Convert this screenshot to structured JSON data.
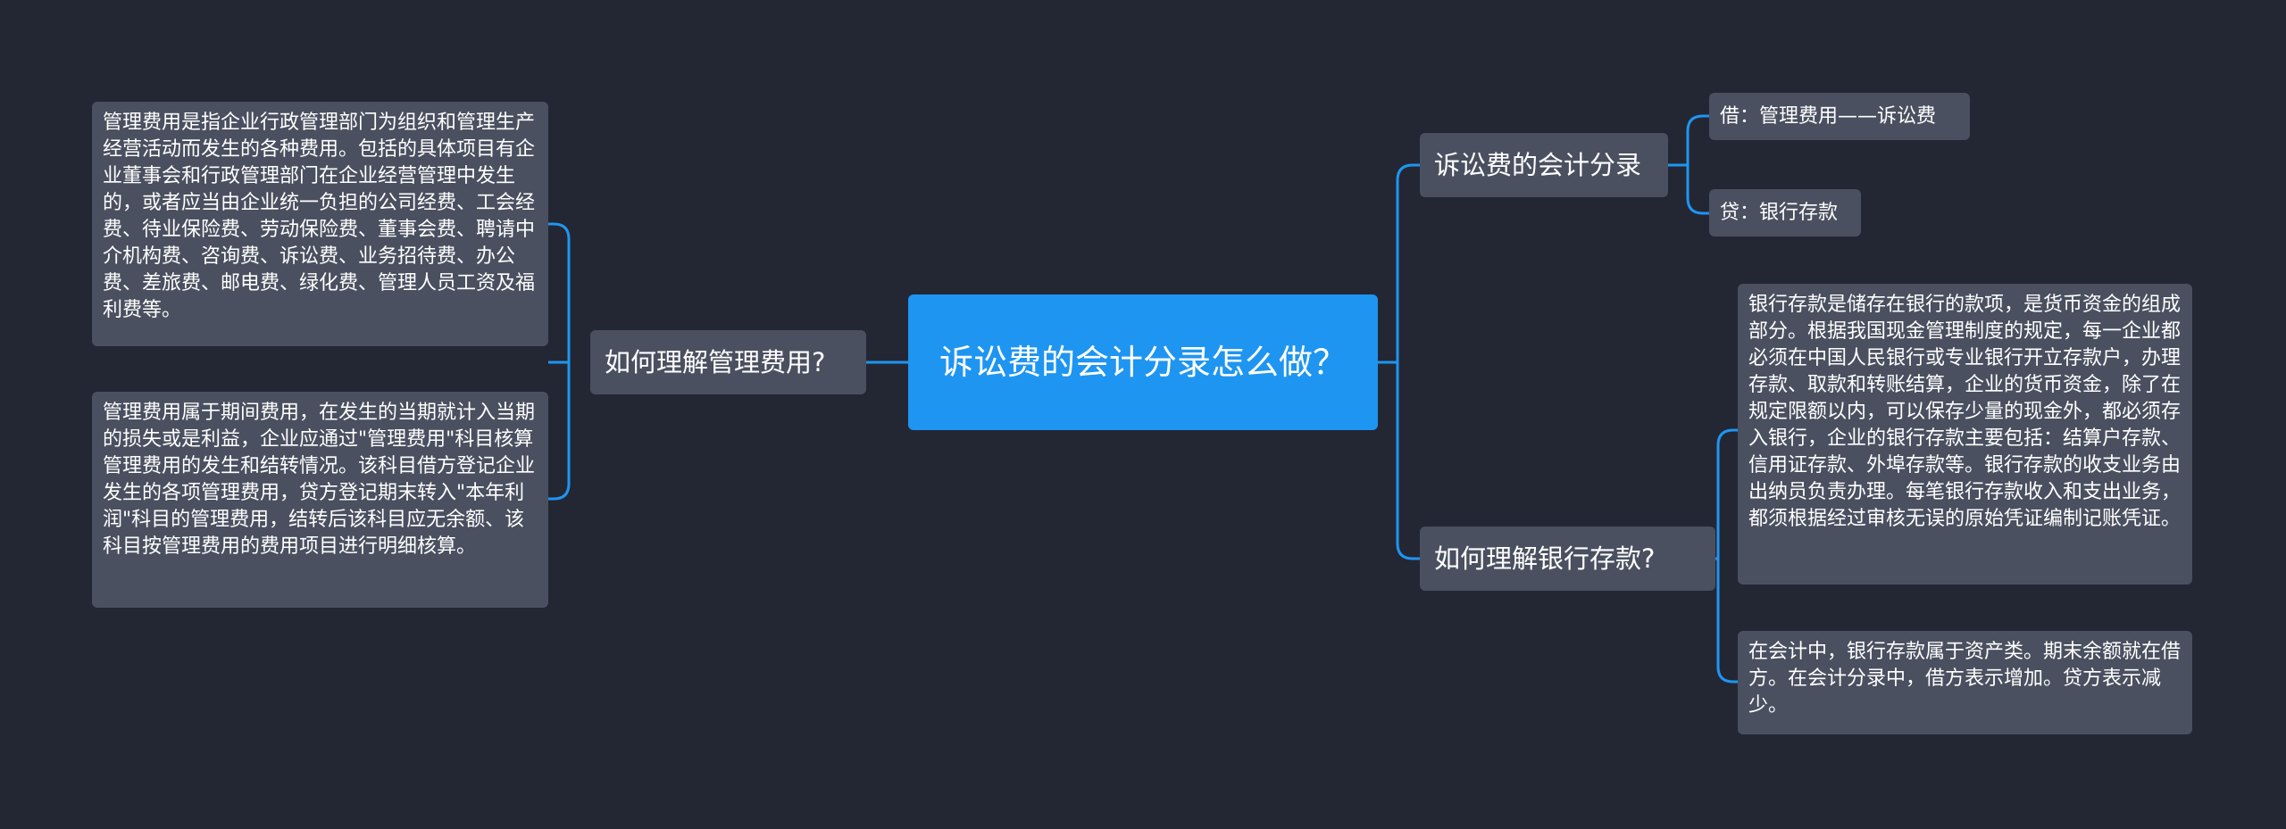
{
  "root": {
    "title": "诉讼费的会计分录怎么做？"
  },
  "branches": {
    "accounting_entry": {
      "label": "诉讼费的会计分录",
      "leaves": [
        "借：管理费用——诉讼费",
        "贷：银行存款"
      ]
    },
    "bank_deposit": {
      "label": "如何理解银行存款?",
      "leaves": [
        "银行存款是储存在银行的款项，是货币资金的组成部分。根据我国现金管理制度的规定，每一企业都必须在中国人民银行或专业银行开立存款户，办理存款、取款和转账结算，企业的货币资金，除了在规定限额以内，可以保存少量的现金外，都必须存入银行，企业的银行存款主要包括：结算户存款、信用证存款、外埠存款等。银行存款的收支业务由出纳员负责办理。每笔银行存款收入和支出业务，都须根据经过审核无误的原始凭证编制记账凭证。",
        "在会计中，银行存款属于资产类。期末余额就在借方。在会计分录中，借方表示增加。贷方表示减少。"
      ]
    },
    "admin_expense": {
      "label": "如何理解管理费用?",
      "leaves": [
        "管理费用是指企业行政管理部门为组织和管理生产经营活动而发生的各种费用。包括的具体项目有企业董事会和行政管理部门在企业经营管理中发生的，或者应当由企业统一负担的公司经费、工会经费、待业保险费、劳动保险费、董事会费、聘请中介机构费、咨询费、诉讼费、业务招待费、办公费、差旅费、邮电费、绿化费、管理人员工资及福利费等。",
        "管理费用属于期间费用，在发生的当期就计入当期的损失或是利益，企业应通过\"管理费用\"科目核算管理费用的发生和结转情况。该科目借方登记企业发生的各项管理费用，贷方登记期末转入\"本年利润\"科目的管理费用，结转后该科目应无余额、该科目按管理费用的费用项目进行明细核算。"
      ]
    }
  },
  "colors": {
    "background": "#232734",
    "root_fill": "#1e95f1",
    "node_fill": "#4b5060",
    "connector": "#1f95f1",
    "text": "#ffffff"
  }
}
